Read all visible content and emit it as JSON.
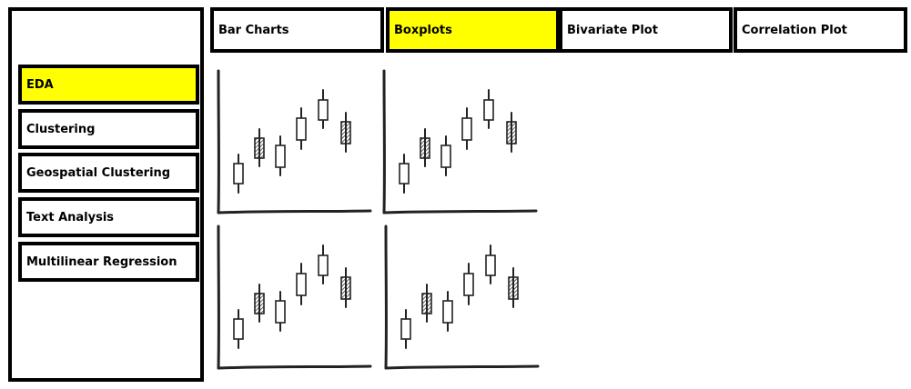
{
  "sidebar": {
    "items": [
      {
        "label": "EDA",
        "active": true
      },
      {
        "label": "Clustering",
        "active": false
      },
      {
        "label": "Geospatial Clustering",
        "active": false
      },
      {
        "label": "Text Analysis",
        "active": false
      },
      {
        "label": "Multilinear Regression",
        "active": false
      }
    ]
  },
  "tabs": [
    {
      "label": "Bar Charts",
      "active": false
    },
    {
      "label": "Boxplots",
      "active": true
    },
    {
      "label": "Bivariate Plot",
      "active": false
    },
    {
      "label": "Correlation Plot",
      "active": false
    }
  ],
  "main": {
    "plot_grid": {
      "plot_count": 4,
      "plot_icon": "candlestick-boxplot-sketch-icon"
    }
  },
  "colors": {
    "active_highlight": "#ffff00",
    "border": "#000000",
    "background": "#ffffff"
  }
}
